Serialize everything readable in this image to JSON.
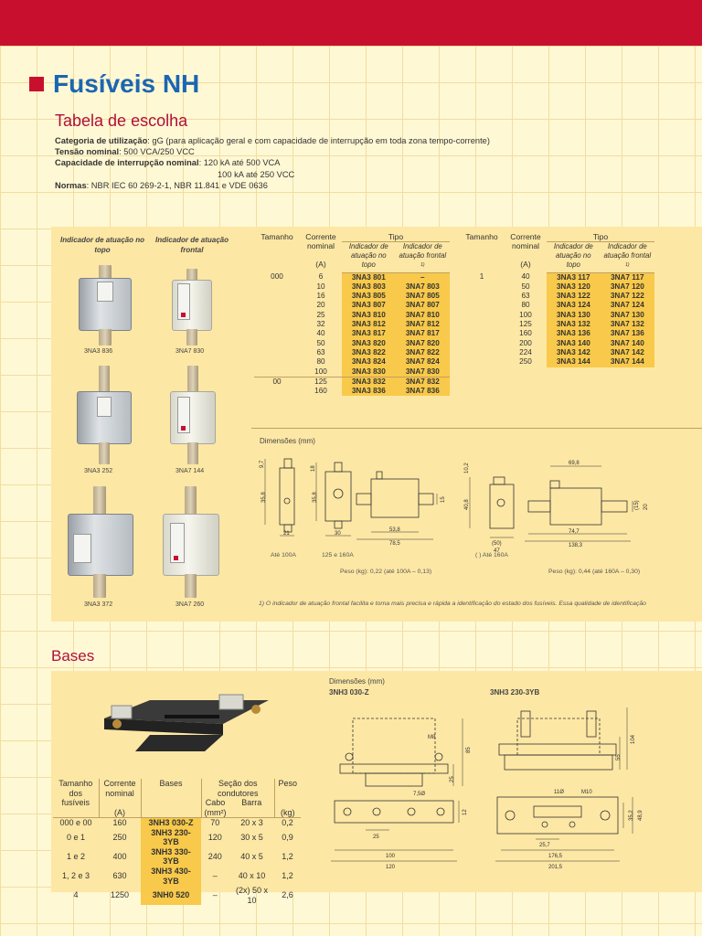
{
  "header": {
    "title": "Fusíveis NH",
    "subtitle": "Tabela de escolha"
  },
  "specs": {
    "categoria_label": "Categoria de utilização",
    "categoria_value": ": gG (para aplicação geral e com capacidade de interrupção em toda zona tempo-corrente)",
    "tensao_label": "Tensão nominal",
    "tensao_value": ": 500 VCA/250 VCC",
    "capacidade_label": "Capacidade de interrupção nominal",
    "capacidade_value1": ": 120 kA até 500 VCA",
    "capacidade_value2": "100 kA até 250 VCC",
    "normas_label": "Normas",
    "normas_value": ": NBR IEC 60 269-2-1, NBR 11.841 e VDE 0636"
  },
  "product_photos": {
    "col_top": "Indicador de atuação no topo",
    "col_front": "Indicador de atuação frontal",
    "captions": [
      "3NA3 836",
      "3NA7 830",
      "3NA3 252",
      "3NA7 144",
      "3NA3 372",
      "3NA7 260"
    ]
  },
  "fuse_table_headers": {
    "tamanho": "Tamanho",
    "corrente": "Corrente nominal",
    "unit": "(A)",
    "tipo": "Tipo",
    "top": "Indicador de atuação no topo",
    "front": "Indicador de atuação frontal",
    "front_sup": "1)"
  },
  "fuse_table_left": {
    "groups": [
      {
        "size": "000",
        "rows": [
          {
            "a": "6",
            "top": "3NA3 801",
            "front": "–"
          },
          {
            "a": "10",
            "top": "3NA3 803",
            "front": "3NA7 803"
          },
          {
            "a": "16",
            "top": "3NA3 805",
            "front": "3NA7 805"
          },
          {
            "a": "20",
            "top": "3NA3 807",
            "front": "3NA7 807"
          },
          {
            "a": "25",
            "top": "3NA3 810",
            "front": "3NA7 810"
          },
          {
            "a": "32",
            "top": "3NA3 812",
            "front": "3NA7 812"
          },
          {
            "a": "40",
            "top": "3NA3 817",
            "front": "3NA7 817"
          },
          {
            "a": "50",
            "top": "3NA3 820",
            "front": "3NA7 820"
          },
          {
            "a": "63",
            "top": "3NA3 822",
            "front": "3NA7 822"
          },
          {
            "a": "80",
            "top": "3NA3 824",
            "front": "3NA7 824"
          },
          {
            "a": "100",
            "top": "3NA3 830",
            "front": "3NA7 830"
          }
        ]
      },
      {
        "size": "00",
        "rows": [
          {
            "a": "125",
            "top": "3NA3 832",
            "front": "3NA7 832"
          },
          {
            "a": "160",
            "top": "3NA3 836",
            "front": "3NA7 836"
          }
        ]
      }
    ]
  },
  "fuse_table_right": {
    "groups": [
      {
        "size": "1",
        "rows": [
          {
            "a": "40",
            "top": "3NA3 117",
            "front": "3NA7 117"
          },
          {
            "a": "50",
            "top": "3NA3 120",
            "front": "3NA7 120"
          },
          {
            "a": "63",
            "top": "3NA3 122",
            "front": "3NA7 122"
          },
          {
            "a": "80",
            "top": "3NA3 124",
            "front": "3NA7 124"
          },
          {
            "a": "100",
            "top": "3NA3 130",
            "front": "3NA7 130"
          },
          {
            "a": "125",
            "top": "3NA3 132",
            "front": "3NA7 132"
          },
          {
            "a": "160",
            "top": "3NA3 136",
            "front": "3NA7 136"
          },
          {
            "a": "200",
            "top": "3NA3 140",
            "front": "3NA7 140"
          },
          {
            "a": "224",
            "top": "3NA3 142",
            "front": "3NA7 142"
          },
          {
            "a": "250",
            "top": "3NA3 144",
            "front": "3NA7 144"
          }
        ]
      }
    ]
  },
  "dimensions": {
    "title": "Dimensões (mm)",
    "left": {
      "v1": "9,7",
      "v2": "35,8",
      "v3": "18",
      "v4": "35,8",
      "v5": "15",
      "h1": "21",
      "h2": "30",
      "h3": "53,8",
      "h4": "78,5",
      "cap1": "Até 100A",
      "cap2": "125 e 160A",
      "weight": "Peso (kg): 0,22 (até 100A – 0,13)"
    },
    "right": {
      "v1": "10,2",
      "v2": "40,8",
      "v3": "(15)",
      "v4": "20",
      "top": "69,8",
      "h1": "(50)",
      "h2": "47",
      "h3": "74,7",
      "h4": "138,3",
      "cap": "( ) Até 160A",
      "weight": "Peso (kg): 0,44 (até 160A – 0,30)"
    },
    "footnote": "1) O indicador de atuação frontal facilita e torna mais precisa e rápida a identificação do estado dos fusíveis. Essa qualidade de identificação"
  },
  "bases": {
    "title": "Bases",
    "dim_title": "Dimensões (mm)",
    "model1": "3NH3 030-Z",
    "model2": "3NH3 230-3YB",
    "headers": {
      "tamanho": "Tamanho dos fusíveis",
      "corrente": "Corrente nominal",
      "unit_a": "(A)",
      "bases": "Bases",
      "secao": "Seção dos condutores",
      "cabo": "Cabo",
      "cabo_unit": "(mm²)",
      "barra": "Barra",
      "peso": "Peso",
      "peso_unit": "(kg)"
    },
    "rows": [
      {
        "size": "000 e 00",
        "a": "160",
        "code": "3NH3 030-Z",
        "cabo": "70",
        "barra": "20 x 3",
        "peso": "0,2"
      },
      {
        "size": "0 e 1",
        "a": "250",
        "code": "3NH3 230-3YB",
        "cabo": "120",
        "barra": "30 x 5",
        "peso": "0,9"
      },
      {
        "size": "1 e 2",
        "a": "400",
        "code": "3NH3 330-3YB",
        "cabo": "240",
        "barra": "40 x 5",
        "peso": "1,2"
      },
      {
        "size": "1, 2 e 3",
        "a": "630",
        "code": "3NH3 430-3YB",
        "cabo": "–",
        "barra": "40 x 10",
        "peso": "1,2"
      },
      {
        "size": "4",
        "a": "1250",
        "code": "3NH0 520",
        "cabo": "–",
        "barra": "(2x) 50 x 10",
        "peso": "2,6"
      }
    ],
    "drawing_labels": {
      "m8": "M8",
      "d7": "7,5Ø",
      "v85": "85",
      "v25": "25",
      "v12": "12",
      "h25": "25",
      "h100": "100",
      "h120": "120",
      "m10": "M10",
      "d11": "11Ø",
      "v104": "104",
      "v55": "55",
      "v352": "35,2",
      "v489": "48,9",
      "h257": "25,7",
      "h1765": "176,5",
      "h2015": "201,5"
    }
  }
}
